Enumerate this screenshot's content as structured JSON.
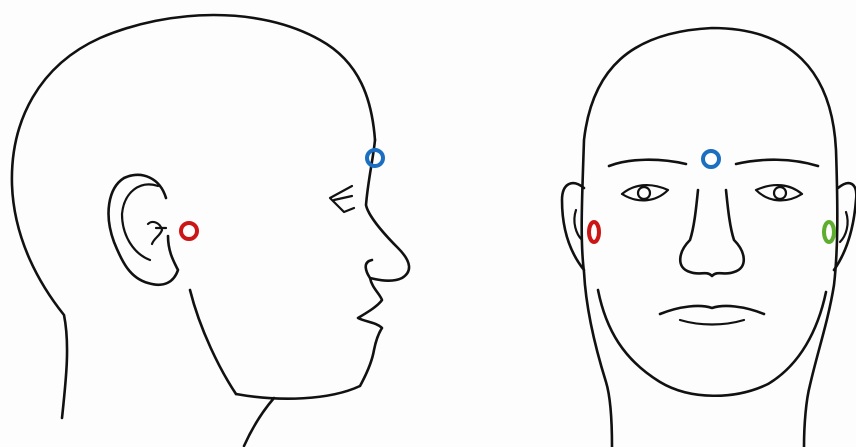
{
  "figure": {
    "views": [
      {
        "id": "side-view",
        "description_label": ""
      },
      {
        "id": "front-view",
        "description_label": ""
      }
    ],
    "markers": [
      {
        "id": "side-forehead",
        "color": "#1a6fc0",
        "shape": "ring"
      },
      {
        "id": "side-ear",
        "color": "#cc1616",
        "shape": "ring"
      },
      {
        "id": "front-forehead",
        "color": "#1a6fc0",
        "shape": "ring"
      },
      {
        "id": "front-right-cheek",
        "color": "#cc1616",
        "shape": "oval"
      },
      {
        "id": "front-left-cheek",
        "color": "#5fad2f",
        "shape": "oval"
      }
    ]
  }
}
